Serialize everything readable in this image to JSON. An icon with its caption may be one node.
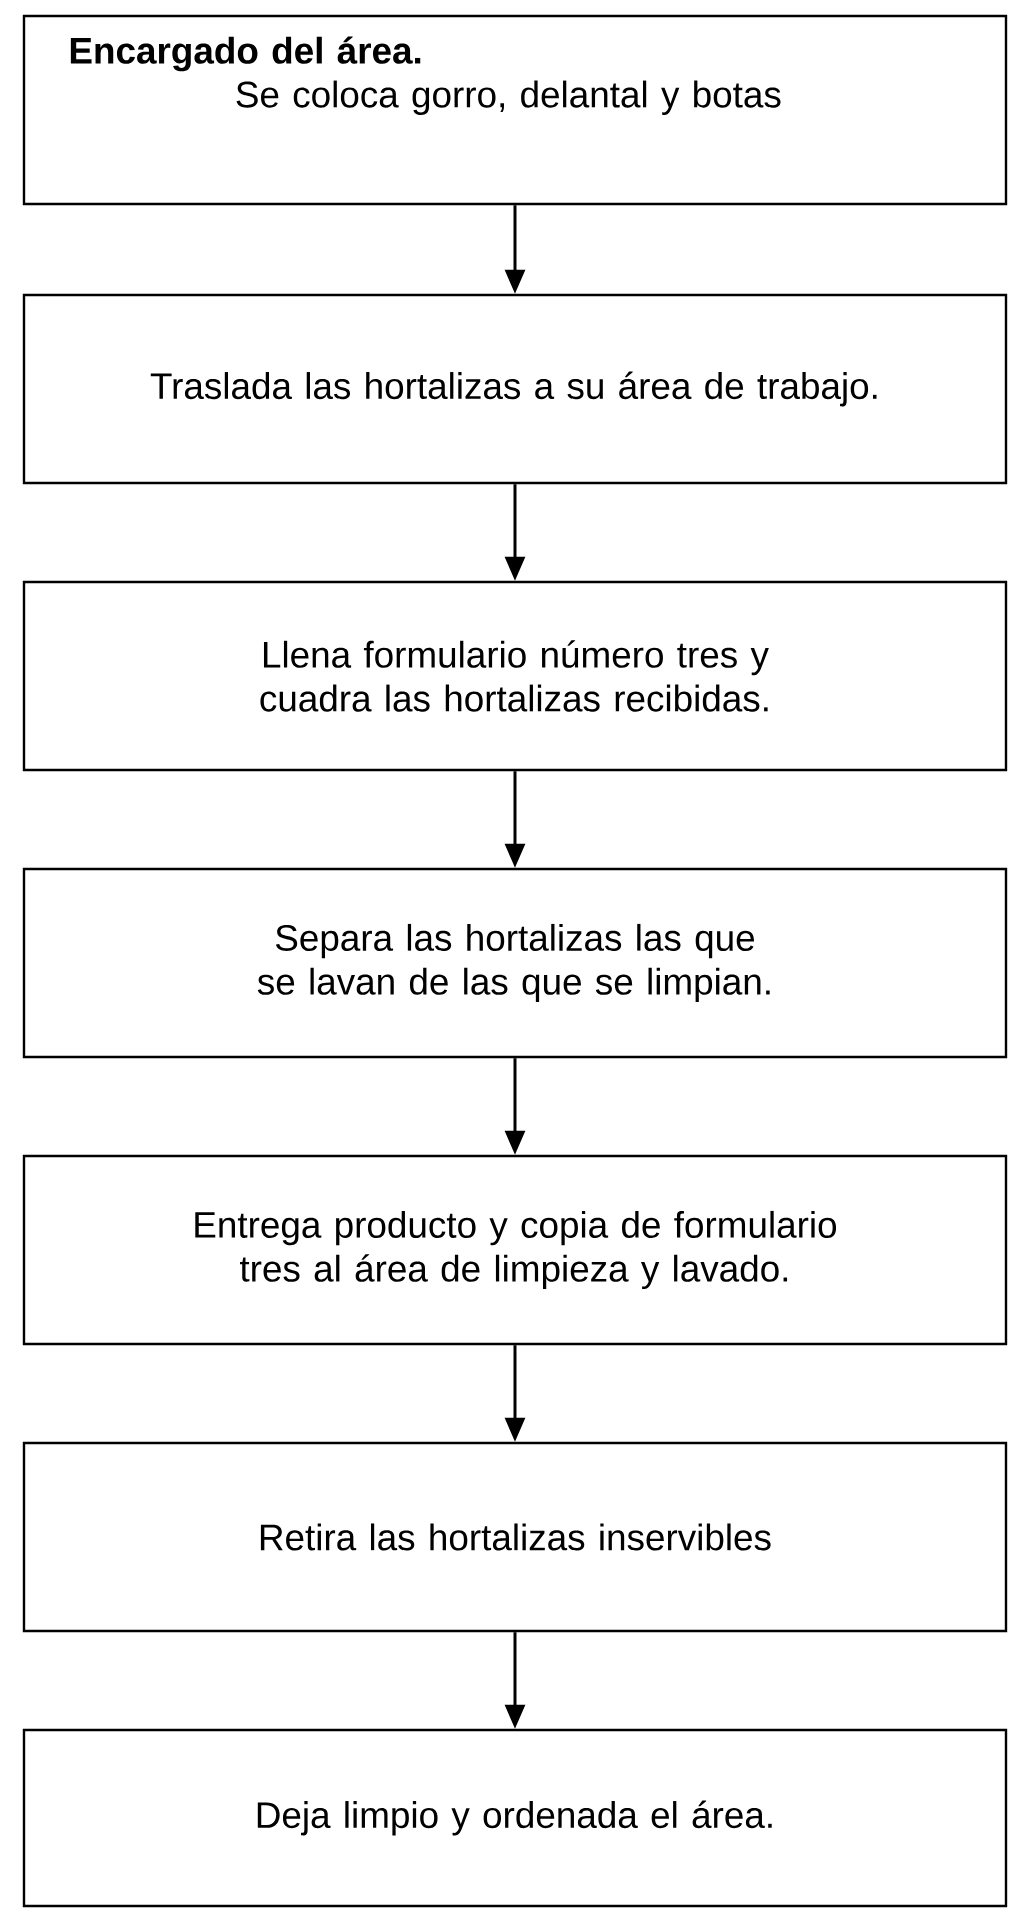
{
  "diagram": {
    "nodes": [
      {
        "text": [
          "Encargado del área.",
          "Se coloca gorro, delantal y botas"
        ]
      },
      {
        "text": [
          "Traslada las hortalizas a su área de trabajo."
        ]
      },
      {
        "text": [
          "Llena formulario número tres y cuadra las hortalizas recibidas."
        ]
      },
      {
        "text": [
          "Separa las hortalizas las que se lavan de las que se limpian."
        ]
      },
      {
        "text": [
          "Entrega producto y copia de formulario tres al área de limpieza y lavado."
        ]
      },
      {
        "text": [
          "Retira las hortalizas inservibles"
        ]
      },
      {
        "text": [
          "Deja limpio y ordenada el área."
        ]
      }
    ],
    "edges": [
      {
        "from": 0,
        "to": 1,
        "arrow": "to"
      },
      {
        "from": 1,
        "to": 2,
        "arrow": "to"
      },
      {
        "from": 2,
        "to": 3,
        "arrow": "to"
      },
      {
        "from": 3,
        "to": 4,
        "arrow": "to"
      },
      {
        "from": 4,
        "to": 5,
        "arrow": "to"
      },
      {
        "from": 5,
        "to": 6,
        "arrow": "to"
      }
    ]
  }
}
